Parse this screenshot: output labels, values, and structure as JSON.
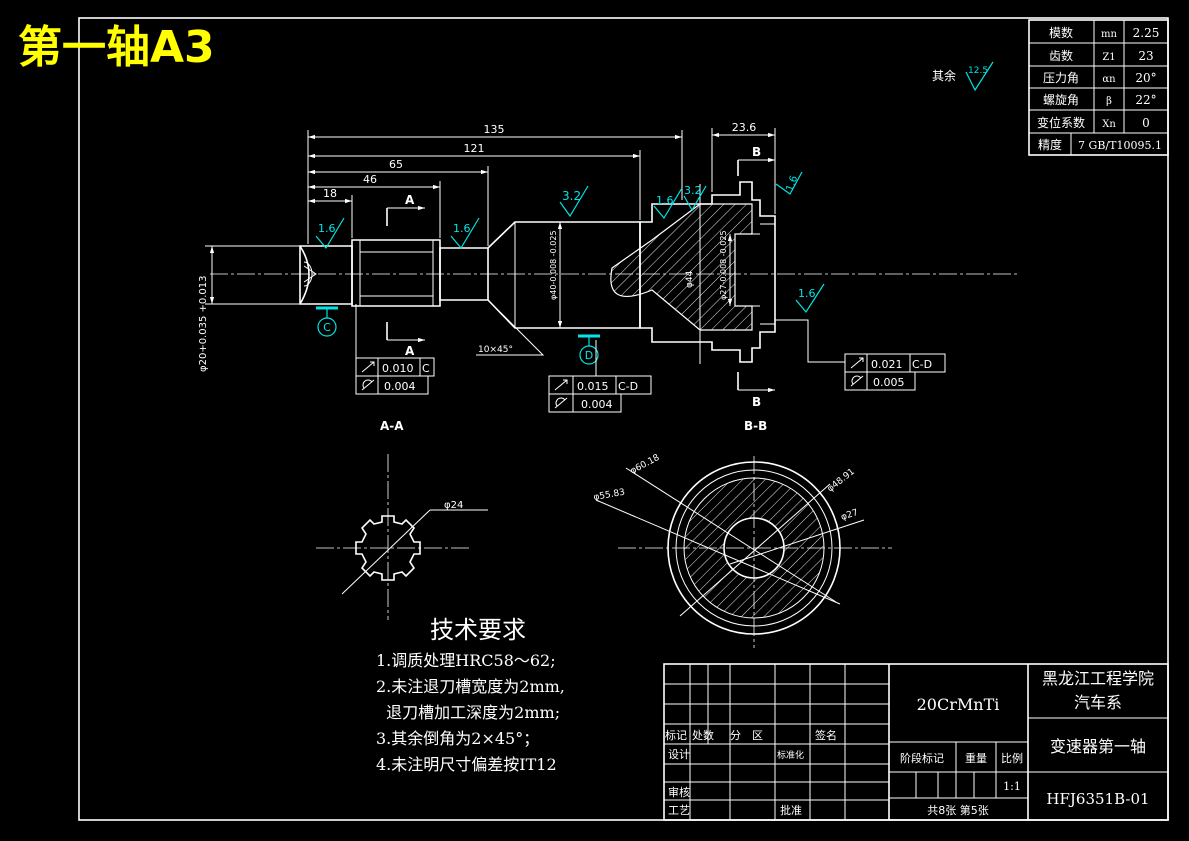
{
  "title": "第一轴A3",
  "spec_table": [
    {
      "label": "模数",
      "symbol": "mn",
      "value": "2.25"
    },
    {
      "label": "齿数",
      "symbol": "Z1",
      "value": "23"
    },
    {
      "label": "压力角",
      "symbol": "αn",
      "value": "20°"
    },
    {
      "label": "螺旋角",
      "symbol": "β",
      "value": "22°"
    },
    {
      "label": "变位系数",
      "symbol": "Xn",
      "value": "0"
    },
    {
      "label": "精度",
      "symbol": "",
      "value": "7 GB/T10095.1"
    }
  ],
  "remaining_roughness": {
    "label": "其余",
    "value": "12.5"
  },
  "dimensions": {
    "d135": "135",
    "d121": "121",
    "d65": "65",
    "d46": "46",
    "d18": "18",
    "d23_6": "23.6",
    "dia20": "φ20+0.035 +0.013",
    "chamfer": "10×45°",
    "dia40": "φ40-0.008 -0.025",
    "dia44": "φ44",
    "dia27": "φ27-0.008 -0.025"
  },
  "roughness": {
    "r1": "1.6",
    "r2": "1.6",
    "r3": "3.2",
    "r4": "1.6",
    "r5": "3.2",
    "r6": "1.6",
    "r7": "1.6"
  },
  "section_marks": {
    "a": "A",
    "b": "B"
  },
  "datums": {
    "c": "C",
    "d": "D"
  },
  "tolerances": {
    "t1a": "0.010",
    "t1a_ref": "C",
    "t1b": "0.004",
    "t2a": "0.015",
    "t2a_ref": "C-D",
    "t2b": "0.004",
    "t3a": "0.021",
    "t3a_ref": "C-D",
    "t3b": "0.005"
  },
  "section_labels": {
    "aa": "A-A",
    "bb": "B-B"
  },
  "section_dims": {
    "d24": "φ24",
    "d60": "φ60.18",
    "d55": "φ55.83",
    "d48": "φ48.91",
    "d27b": "φ27"
  },
  "tech_req": {
    "title": "技术要求",
    "lines": [
      "1.调质处理HRC58～62;",
      "2.未注退刀槽宽度为2mm,",
      "  退刀槽加工深度为2mm;",
      "3.其余倒角为2×45°；",
      "4.未注明尺寸偏差按IT12"
    ]
  },
  "title_block": {
    "material": "20CrMnTi",
    "school": "黑龙江工程学院",
    "dept": "汽车系",
    "part_name": "变速器第一轴",
    "drawing_no": "HFJ6351B-01",
    "h_mark": "标记",
    "h_count": "处数",
    "h_zone": "分　区",
    "h_sign": "签名",
    "design": "设计",
    "standard": "标准化",
    "review": "审核",
    "process": "工艺",
    "approve": "批准",
    "stage": "阶段标记",
    "weight": "重量",
    "scale_label": "比例",
    "scale": "1:1",
    "sheets": "共8张 第5张"
  }
}
